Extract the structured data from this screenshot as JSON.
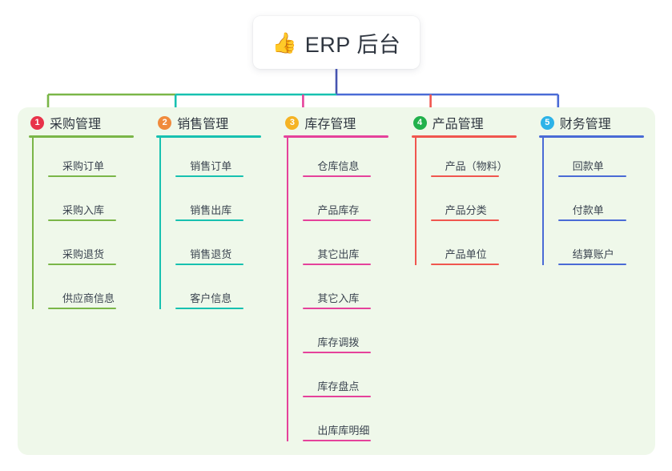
{
  "root": {
    "icon": "thumbs-up-icon",
    "emoji": "👍",
    "title": "ERP 后台"
  },
  "colors": {
    "panel_background": "#eff8ea",
    "page_background": "#ffffff",
    "text": "#2f3640",
    "leaf_text": "#3b4450",
    "root_stem": "#4654b0"
  },
  "columns": [
    {
      "number": "1",
      "title": "采购管理",
      "badge_color": "#e8334a",
      "line_color": "#7ab648",
      "items": [
        {
          "label": "采购订单"
        },
        {
          "label": "采购入库"
        },
        {
          "label": "采购退货"
        },
        {
          "label": "供应商信息"
        }
      ]
    },
    {
      "number": "2",
      "title": "销售管理",
      "badge_color": "#f08a3c",
      "line_color": "#17c1b0",
      "items": [
        {
          "label": "销售订单"
        },
        {
          "label": "销售出库"
        },
        {
          "label": "销售退货"
        },
        {
          "label": "客户信息"
        }
      ]
    },
    {
      "number": "3",
      "title": "库存管理",
      "badge_color": "#f5b324",
      "line_color": "#e5429b",
      "items": [
        {
          "label": "仓库信息"
        },
        {
          "label": "产品库存"
        },
        {
          "label": "其它出库"
        },
        {
          "label": "其它入库"
        },
        {
          "label": "库存调拨"
        },
        {
          "label": "库存盘点"
        },
        {
          "label": "出库库明细"
        }
      ]
    },
    {
      "number": "4",
      "title": "产品管理",
      "badge_color": "#22b14c",
      "line_color": "#f0564f",
      "items": [
        {
          "label": "产品（物料）"
        },
        {
          "label": "产品分类"
        },
        {
          "label": "产品单位"
        }
      ]
    },
    {
      "number": "5",
      "title": "财务管理",
      "badge_color": "#2cb3e8",
      "line_color": "#4a6bd6",
      "items": [
        {
          "label": "回款单"
        },
        {
          "label": "付款单"
        },
        {
          "label": "结算账户"
        }
      ]
    }
  ],
  "connectors": {
    "root_stem_color": "#4654b0",
    "bus_segments": [
      {
        "color": "#7ab648"
      },
      {
        "color": "#17c1b0"
      },
      {
        "color": "#4a6bd6"
      }
    ]
  }
}
